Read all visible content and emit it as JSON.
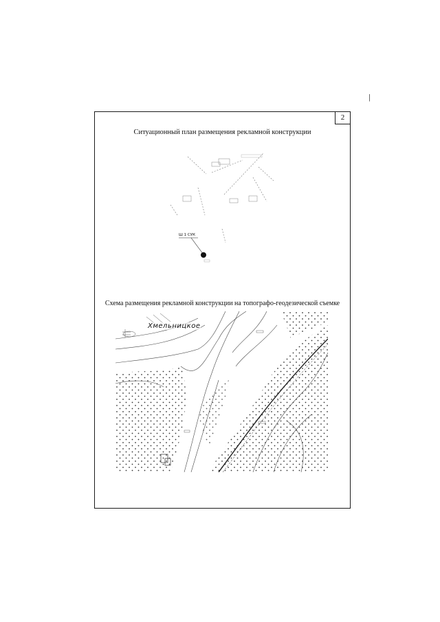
{
  "document": {
    "corner_mark": "|",
    "page_number": "2",
    "plan_title": "Ситуационный план размещения рекламной конструкции",
    "schema_title": "Схема размещения рекламной конструкции на топографо-геодезической съемке",
    "plan_callout_label": "Ш 1 СУК",
    "map_place_name": "Хмельницкое"
  },
  "colors": {
    "ink": "#111111",
    "frame": "#1a1a1a",
    "map_lines": "#444444",
    "dots": "#333333"
  },
  "icons": {
    "placement_marker": "filled-circle-marker"
  }
}
